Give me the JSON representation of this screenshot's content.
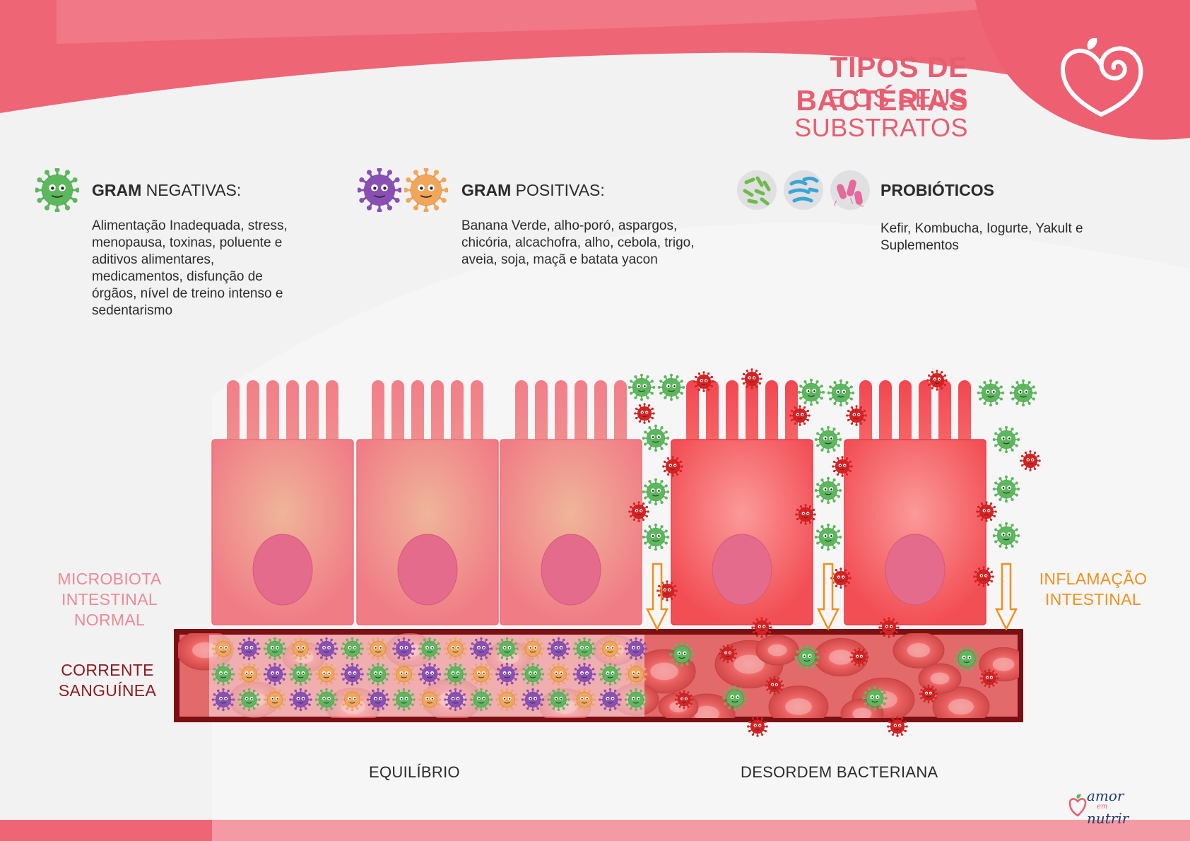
{
  "title": {
    "line1": "TIPOS DE BACTÉRIAS",
    "line2": "E OS SEUS SUBSTRATOS"
  },
  "sections": [
    {
      "head_bold": "GRAM",
      "head_rest": " NEGATIVAS:",
      "text": "Alimentação Inadequada, stress, menopausa, toxinas, poluente e aditivos alimentares, medicamentos, disfunção de órgãos, nível de treino intenso e sedentarismo"
    },
    {
      "head_bold": "GRAM",
      "head_rest": " POSITIVAS:",
      "text": "Banana Verde, alho-poró, aspargos, chicória, alcachofra, alho, cebola, trigo, aveia, soja, maçã e batata yacon"
    },
    {
      "head_bold": "PROBIÓTICOS",
      "head_rest": "",
      "text": "Kefir, Kombucha, Iogurte, Yakult e Suplementos"
    }
  ],
  "labels": {
    "left_line1": "MICROBIOTA",
    "left_line2": "INTESTINAL NORMAL",
    "blood_line1": "CORRENTE",
    "blood_line2": "SANGUÍNEA",
    "right_line1": "INFLAMAÇÃO",
    "right_line2": "INTESTINAL",
    "bottom_left": "EQUILÍBRIO",
    "bottom_right": "DESORDEM BACTERIANA"
  },
  "brand": {
    "word1": "amor",
    "word2": "em",
    "word3": "nutrir"
  },
  "colors": {
    "brand_pink": "#e85d6f",
    "gram_negative": "#5cb85c",
    "gram_positive_purple": "#8a4fb5",
    "gram_positive_orange": "#f2a65a",
    "pathogen_red": "#d92020",
    "healthy_cell": "#f08a8e",
    "inflamed_cell": "#f0555a",
    "blood_vessel": "#7a0f14",
    "label_left": "#ec8a96",
    "label_blood": "#8a1a1f",
    "label_right": "#f0901e"
  },
  "icons": {
    "logo": "heart-spiral-logo-icon",
    "gram_negative": "green-bacteria-icon",
    "gram_positive": [
      "purple-bacteria-icon",
      "orange-bacteria-icon"
    ],
    "probiotics": [
      "green-rods-icon",
      "blue-rods-icon",
      "pink-rods-icon"
    ]
  }
}
